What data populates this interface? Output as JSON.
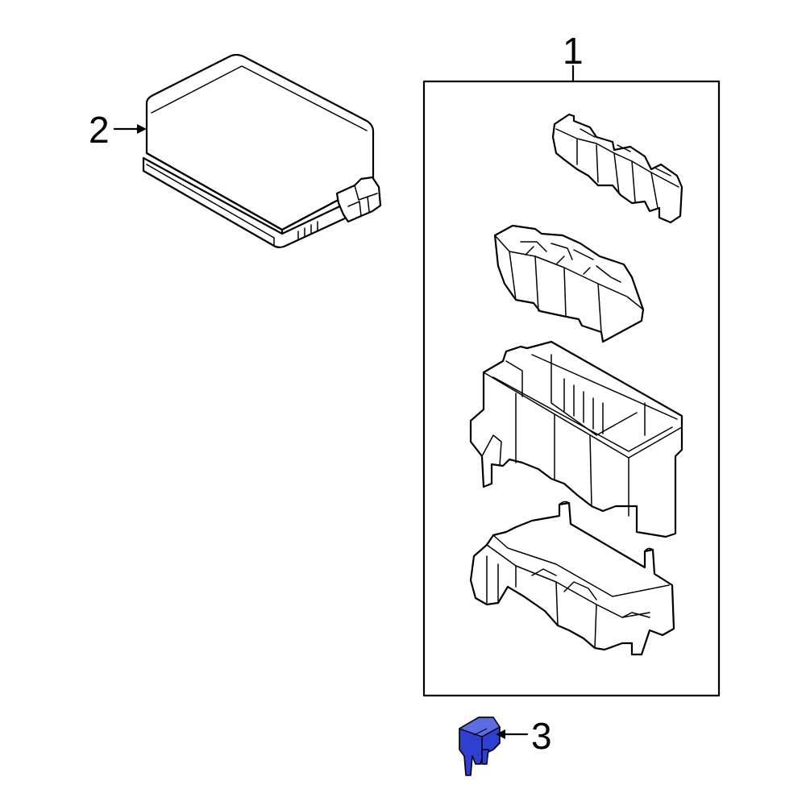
{
  "callouts": [
    {
      "id": "1",
      "label": "1"
    },
    {
      "id": "2",
      "label": "2"
    },
    {
      "id": "3",
      "label": "3"
    }
  ],
  "colors": {
    "line": "#000000",
    "background": "#ffffff",
    "highlight": "#2f3fd0"
  }
}
